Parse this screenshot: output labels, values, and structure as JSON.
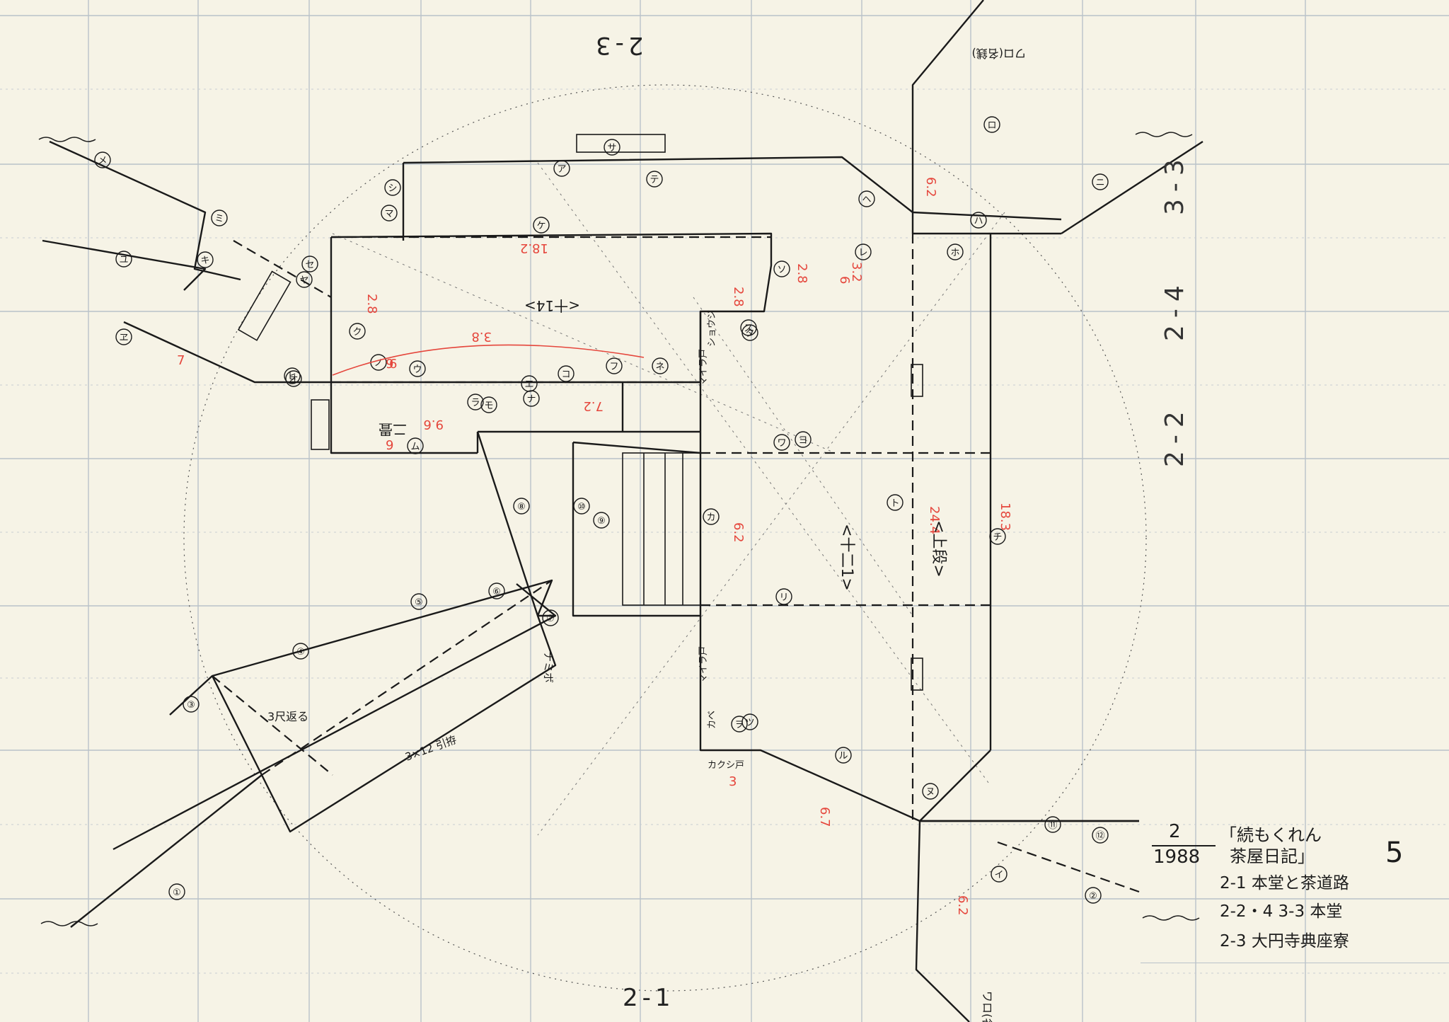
{
  "sheet_labels": {
    "top": "2-3",
    "bottom": "2-1"
  },
  "side_numbers": [
    "2-2",
    "2-4",
    "3-3"
  ],
  "title_block": {
    "fraction_top": "2",
    "year": "1988",
    "page_number": "5",
    "title_line1": "「続もくれん",
    "title_line2": "茶屋日記」",
    "index": [
      "2-1 本堂と茶道路",
      "2-2・4 3-3 本堂",
      "2-3 大円寺典座寮"
    ]
  },
  "room_labels": {
    "main_hall": "<上段>",
    "center_room": "<十二1>",
    "top_room": "<十14>",
    "sub_room": "二畳"
  },
  "notes": {
    "stairs": "3尺返る",
    "beam": "3×12 引拵",
    "cloth": "ナミボ",
    "top_right": "ワロ(名銭)",
    "bottom_right": "ワロ(名銭)",
    "maira_1": "マイラ戸",
    "maira_2": "マイラ戸",
    "kakushi": "カクシ戸",
    "shoji": "ショウジ",
    "kabe": "カベ"
  },
  "dimensions_red": [
    "18.2",
    "2.8",
    "3.8",
    "2.8",
    "2.8",
    "7",
    "9",
    "9",
    "6",
    "6.2",
    "6.2",
    "6.7",
    "3",
    "24.4",
    "18.3",
    "9.6",
    "6",
    "7.2",
    "6.2",
    "3.2"
  ],
  "circle_markers": [
    "①",
    "②",
    "③",
    "④",
    "⑤",
    "⑥",
    "⑦",
    "⑧",
    "⑨",
    "⑩",
    "⑪",
    "⑫",
    "イ",
    "ロ",
    "ハ",
    "ニ",
    "ホ",
    "ヘ",
    "ト",
    "チ",
    "リ",
    "ヌ",
    "ル",
    "ヲ",
    "ワ",
    "カ",
    "ヨ",
    "タ",
    "レ",
    "ソ",
    "ツ",
    "ネ",
    "ナ",
    "ラ",
    "ム",
    "ウ",
    "ノ",
    "オ",
    "ク",
    "ヤ",
    "マ",
    "ケ",
    "フ",
    "コ",
    "エ",
    "テ",
    "ア",
    "サ",
    "キ",
    "ユ",
    "メ",
    "ミ",
    "シ",
    "ヱ",
    "ヒ",
    "モ",
    "セ",
    "ス"
  ],
  "colors": {
    "paper": "#f6f3e6",
    "grid": "#b9c2c9",
    "ink": "#1a1a1a",
    "red": "#e5463c"
  }
}
